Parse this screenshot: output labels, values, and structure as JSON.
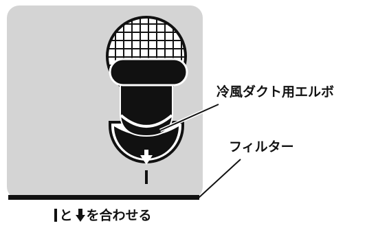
{
  "labels": {
    "elbow": "冷風ダクト用エルボ",
    "filter": "フィルター"
  },
  "caption": {
    "prefix": "と",
    "suffix": "を合わせる"
  },
  "icons": {
    "vertical_mark": "vertical-bar-icon",
    "arrow": "down-arrow-icon"
  },
  "colors": {
    "panel": "#d4d4d4",
    "ink": "#111111",
    "white": "#ffffff"
  }
}
